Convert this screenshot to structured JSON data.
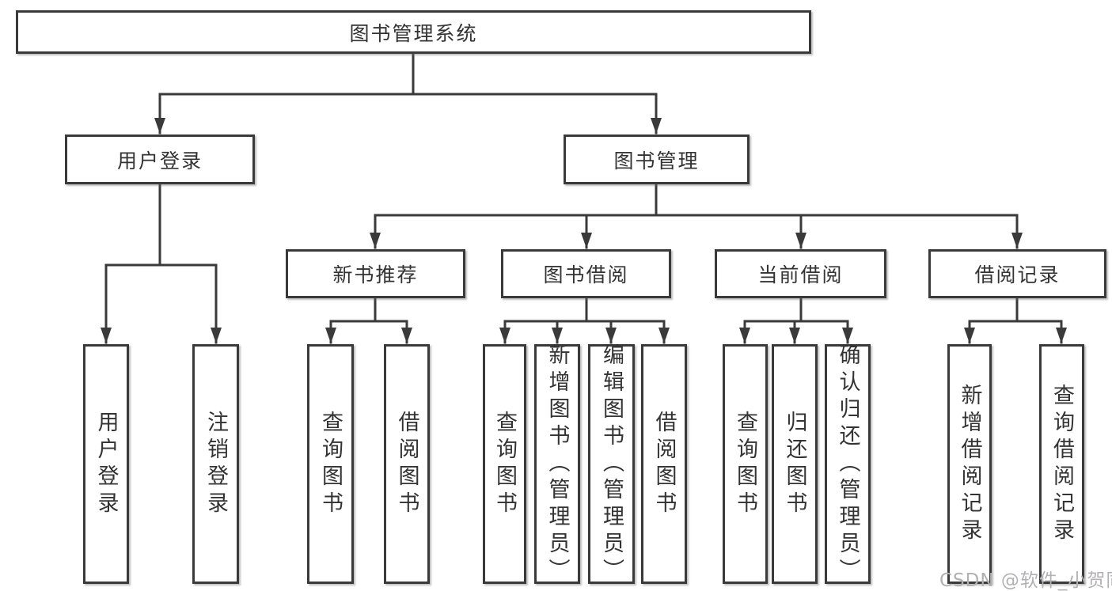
{
  "diagram": {
    "root": {
      "label": "图书管理系统"
    },
    "level1": {
      "user_login": {
        "label": "用户登录"
      },
      "book_mgmt": {
        "label": "图书管理"
      }
    },
    "level2": {
      "new_book_rec": {
        "label": "新书推荐"
      },
      "book_borrow": {
        "label": "图书借阅"
      },
      "current_borrow": {
        "label": "当前借阅"
      },
      "borrow_record": {
        "label": "借阅记录"
      }
    },
    "leaves": {
      "user_login": [
        "用户登录",
        "注销登录"
      ],
      "new_book_rec": [
        "查询图书",
        "借阅图书"
      ],
      "book_borrow": [
        "查询图书",
        "新增图书（管理员）",
        "编辑图书（管理员）",
        "借阅图书"
      ],
      "current_borrow": [
        "查询图书",
        "归还图书",
        "确认归还（管理员）"
      ],
      "borrow_record": [
        "新增借阅记录",
        "查询借阅记录"
      ]
    },
    "colors": {
      "line": "#3a3a3a",
      "box_border": "#3a3a3a",
      "text": "#333333",
      "background": "#ffffff",
      "watermark": "#b3b0b4"
    }
  },
  "watermark": {
    "text": "CSDN @软件_小贺同学"
  }
}
